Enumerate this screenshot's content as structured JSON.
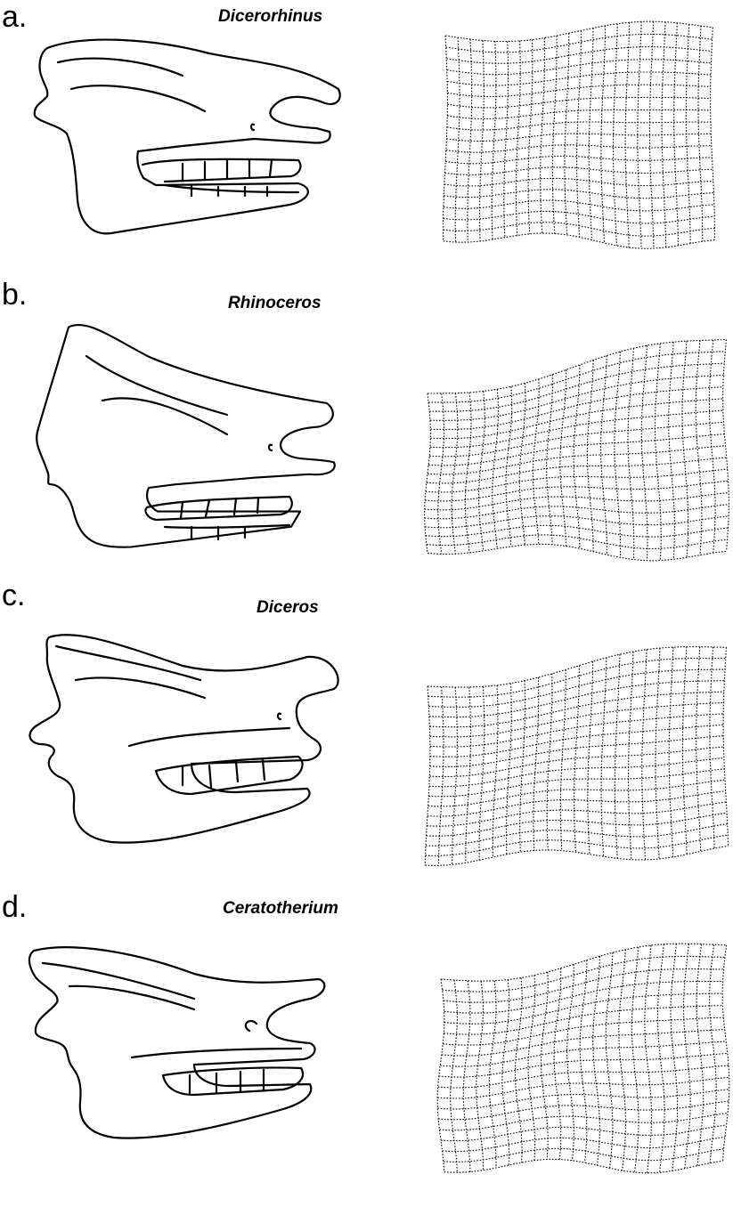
{
  "panels": [
    {
      "letter": "a.",
      "genus": "Dicerorhinus",
      "skull_icon": "skull-outline",
      "grid_icon": "deformation-grid"
    },
    {
      "letter": "b.",
      "genus": "Rhinoceros",
      "skull_icon": "skull-outline",
      "grid_icon": "deformation-grid"
    },
    {
      "letter": "c.",
      "genus": "Diceros",
      "skull_icon": "skull-outline",
      "grid_icon": "deformation-grid"
    },
    {
      "letter": "d.",
      "genus": "Ceratotherium",
      "skull_icon": "skull-outline",
      "grid_icon": "deformation-grid"
    }
  ]
}
